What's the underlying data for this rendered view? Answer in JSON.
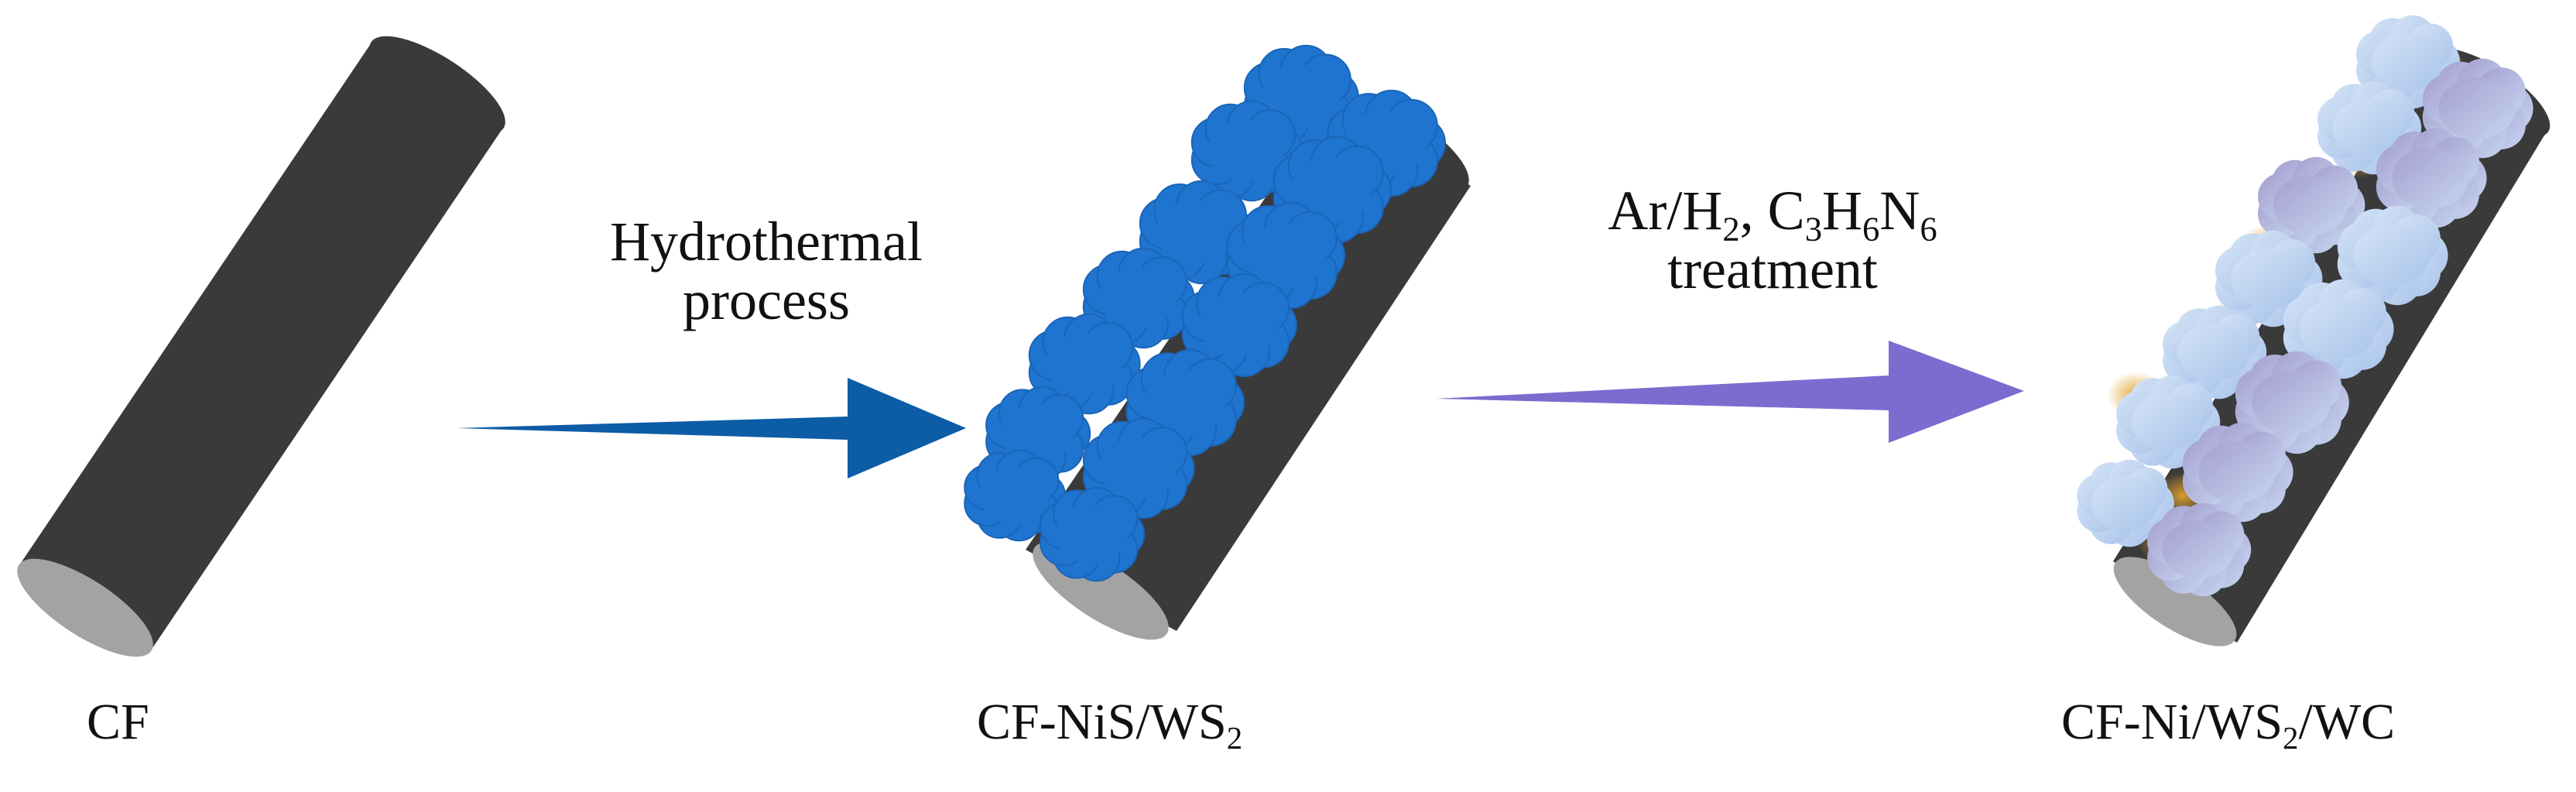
{
  "colors": {
    "fiber_body": "#3a3a3a",
    "fiber_end": "#a3a3a3",
    "flake_blue": "#1f74cf",
    "arrow_step1": "#0d5ca6",
    "arrow_step2": "#7b6ccf",
    "flake_light": "#b9d0ee",
    "flake_purple": "#8f89bd",
    "wc_orange": "#e0a12b"
  },
  "stage1": {
    "label": "CF"
  },
  "step1": {
    "line1": "Hydrothermal",
    "line2": "process"
  },
  "stage2": {
    "label_main": "CF-NiS/WS",
    "label_sub": "2"
  },
  "step2": {
    "line1_a": "Ar/H",
    "line1_a_sub": "2",
    "line1_b": ", C",
    "line1_b_sub1": "3",
    "line1_b_mid": "H",
    "line1_b_sub2": "6",
    "line1_b_end": "N",
    "line1_b_sub3": "6",
    "line2": "treatment"
  },
  "stage3": {
    "label_a": "CF-Ni/WS",
    "label_sub": "2",
    "label_b": "/WC"
  }
}
